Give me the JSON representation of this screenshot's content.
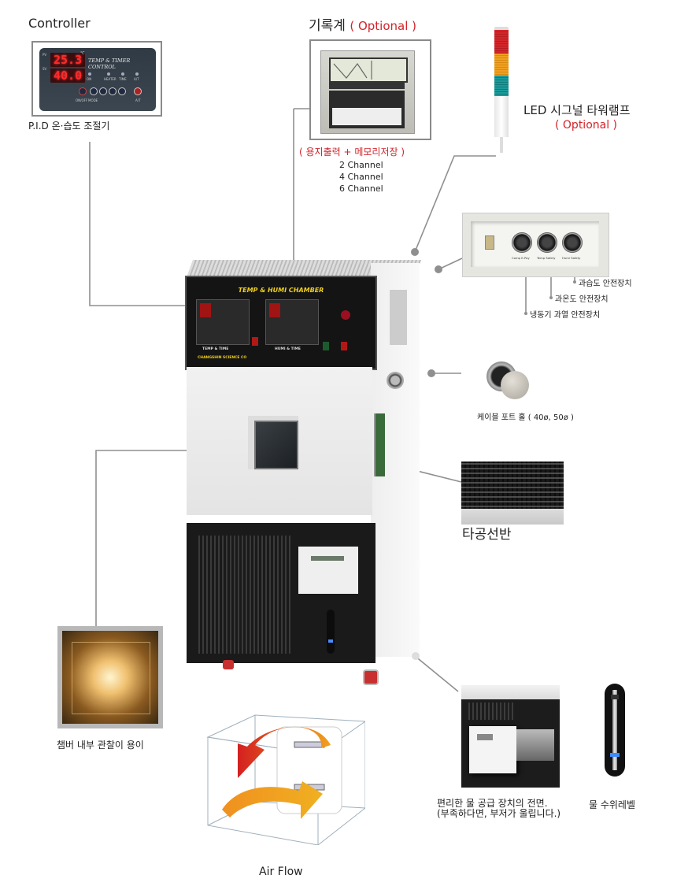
{
  "controller": {
    "title": "Controller",
    "caption": "P.I.D 온·습도 조절기",
    "panel_title": "TEMP & TIMER CONTROL",
    "pv_label": "PV",
    "sv_label": "SV",
    "pv_value": "25.3",
    "sv_value": "40.0",
    "unit": "℃",
    "indicators": [
      "ON",
      "HEATER",
      "TIME",
      "A/T"
    ],
    "button_labels": [
      "ON/OFF",
      "MODE",
      "A/T"
    ]
  },
  "recorder": {
    "title": "기록계",
    "optional": "( Optional )",
    "feature": "( 용지출력 + 메모리저장 )",
    "channels": [
      "2 Channel",
      "4 Channel",
      "6 Channel"
    ]
  },
  "tower_lamp": {
    "title": "LED 시그널 타워램프",
    "optional": "( Optional )",
    "colors": [
      "#d4262a",
      "#f0a020",
      "#1a9a9a"
    ]
  },
  "safety_panel": {
    "knob_labels": [
      "Comp E-Pay",
      "Temp Safety",
      "Humi Safety"
    ],
    "callouts": [
      "과습도 안전장치",
      "과온도 안전장치",
      "냉동기 과열 안전장치"
    ]
  },
  "chamber": {
    "panel_title": "TEMP & HUMI CHAMBER",
    "left_label": "TEMP & TIME",
    "right_label": "HUMI & TIME",
    "brand": "CHANGSHIN SCIENCE CO"
  },
  "cable_port": {
    "caption": "케이블 포트 홀 ( 40ø, 50ø )"
  },
  "shelf": {
    "caption": "타공선반"
  },
  "window": {
    "caption": "챔버 내부 관찰이 용이"
  },
  "water_supply": {
    "caption_line1": "편리한 물 공급 장치의 전면.",
    "caption_line2": "(부족하다면, 부저가 울립니다.)"
  },
  "water_level": {
    "caption": "물 수위레벨"
  },
  "airflow": {
    "caption": "Air Flow"
  },
  "colors": {
    "accent_red": "#d2232a",
    "leader_line": "#8a8a8a"
  }
}
